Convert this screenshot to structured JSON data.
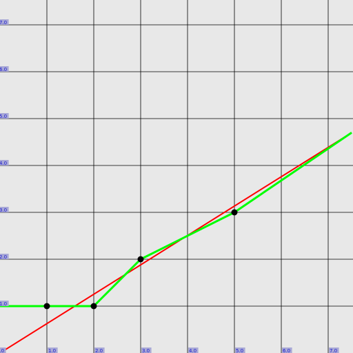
{
  "chart_data": {
    "type": "line",
    "title": "",
    "xlabel": "",
    "ylabel": "",
    "xlim": [
      0,
      7.5
    ],
    "ylim": [
      0,
      7.5
    ],
    "grid": true,
    "x_ticks": [
      "0.0",
      "1.0",
      "2.0",
      "3.0",
      "4.0",
      "5.0",
      "6.0",
      "7.0"
    ],
    "y_ticks": [
      "1.0",
      "2.0",
      "3.0",
      "4.0",
      "5.0",
      "6.0",
      "7.0"
    ],
    "series": [
      {
        "kind": "fit-line",
        "color": "#ff0000",
        "x": [
          0,
          7.5
        ],
        "y": [
          0,
          4.7
        ]
      },
      {
        "kind": "data-line",
        "color": "#00ff00",
        "x": [
          0,
          1,
          2,
          3,
          5,
          7.5
        ],
        "y": [
          1,
          1,
          1,
          2,
          3,
          4.7
        ]
      }
    ],
    "points": {
      "color": "#000000",
      "x": [
        1,
        2,
        3,
        5
      ],
      "y": [
        1,
        1,
        2,
        3
      ]
    }
  }
}
